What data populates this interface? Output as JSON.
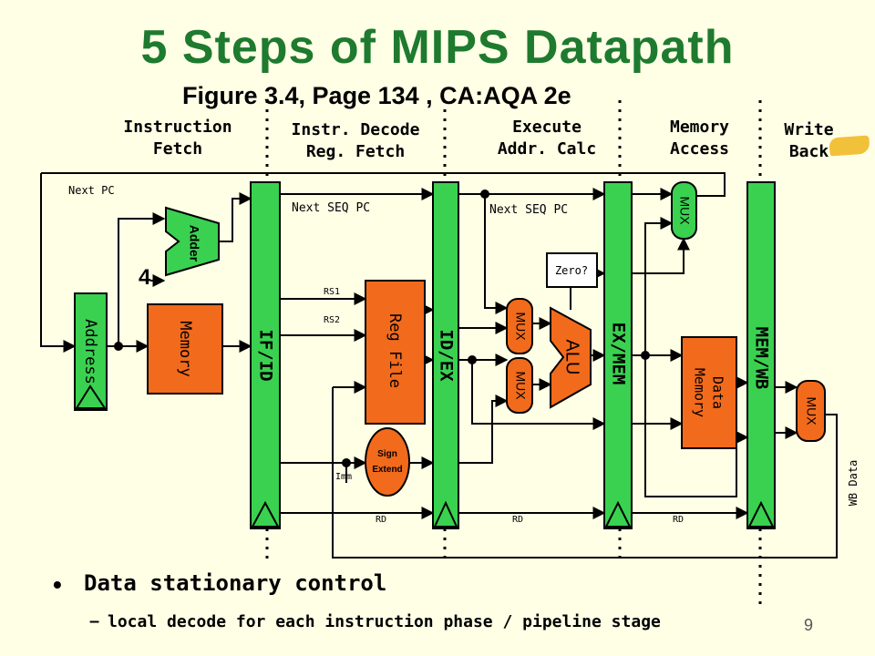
{
  "title": "5 Steps of MIPS Datapath",
  "subtitle": "Figure 3.4, Page 134 , CA:AQA 2e",
  "stages": [
    {
      "line1": "Instruction",
      "line2": "Fetch"
    },
    {
      "line1": "Instr. Decode",
      "line2": "Reg. Fetch"
    },
    {
      "line1": "Execute",
      "line2": "Addr. Calc"
    },
    {
      "line1": "Memory",
      "line2": "Access"
    },
    {
      "line1": "Write",
      "line2": "Back"
    }
  ],
  "labels": {
    "next_pc": "Next PC",
    "next_seq_pc_1": "Next SEQ PC",
    "next_seq_pc_2": "Next SEQ PC",
    "four": "4",
    "adder": "Adder",
    "address": "Address",
    "memory": "Memory",
    "rs1": "RS1",
    "rs2": "RS2",
    "imm": "Imm",
    "reg_file": "Reg File",
    "sign": "Sign",
    "extend": "Extend",
    "zero": "Zero?",
    "alu": "ALU",
    "mux": "MUX",
    "data": "Data",
    "data_memory": "Memory",
    "wb_data": "WB Data",
    "rd": "RD"
  },
  "pipeline_registers": [
    "IF/ID",
    "ID/EX",
    "EX/MEM",
    "MEM/WB"
  ],
  "colors": {
    "title": "#1e7a2e",
    "register_fill": "#3ad150",
    "unit_fill": "#f26a1b",
    "background": "#ffffe6"
  },
  "bullet": {
    "text": "Data stationary control",
    "sub": "local decode for each instruction phase / pipeline stage"
  },
  "page_number": "9"
}
